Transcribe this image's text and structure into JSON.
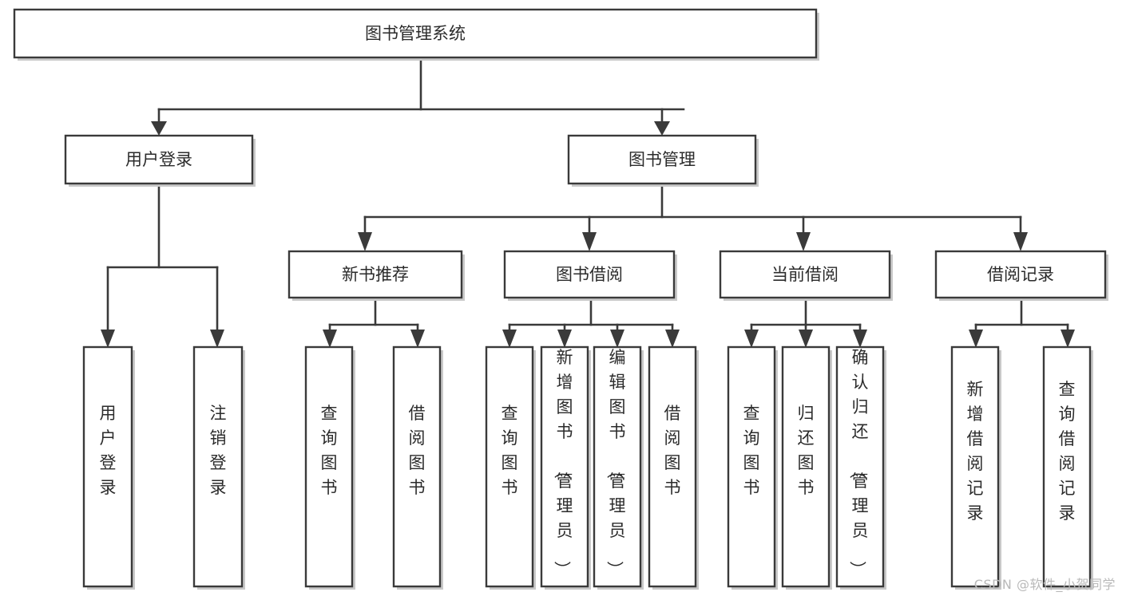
{
  "diagram": {
    "title": "图书管理系统",
    "type": "hierarchy-tree",
    "orientation": "top-down",
    "levels": 4,
    "colors": {
      "box_fill": "#ffffff",
      "box_stroke": "#3a3a3a",
      "text": "#2b2b2b",
      "shadow": "#c9c9c9",
      "watermark": "#b9b9b9"
    }
  },
  "watermark": {
    "text": "CSDN @软件_小贺同学"
  },
  "root": {
    "id": "root",
    "label": "图书管理系统",
    "orientation": "horizontal"
  },
  "level2": [
    {
      "id": "user-login",
      "label": "用户登录",
      "orientation": "horizontal"
    },
    {
      "id": "book-manage",
      "label": "图书管理",
      "orientation": "horizontal"
    }
  ],
  "level3": [
    {
      "id": "new-book-recommend",
      "label": "新书推荐",
      "parent": "book-manage",
      "orientation": "horizontal"
    },
    {
      "id": "book-borrow",
      "label": "图书借阅",
      "parent": "book-manage",
      "orientation": "horizontal"
    },
    {
      "id": "current-borrow",
      "label": "当前借阅",
      "parent": "book-manage",
      "orientation": "horizontal"
    },
    {
      "id": "borrow-record",
      "label": "借阅记录",
      "parent": "book-manage",
      "orientation": "horizontal"
    }
  ],
  "leaves": [
    {
      "id": "leaf-user-login",
      "label": "用户登录",
      "parent": "user-login",
      "orientation": "vertical"
    },
    {
      "id": "leaf-logout",
      "label": "注销登录",
      "parent": "user-login",
      "orientation": "vertical"
    },
    {
      "id": "leaf-query-book-1",
      "label": "查询图书",
      "parent": "new-book-recommend",
      "orientation": "vertical"
    },
    {
      "id": "leaf-borrow-book-1",
      "label": "借阅图书",
      "parent": "new-book-recommend",
      "orientation": "vertical"
    },
    {
      "id": "leaf-query-book-2",
      "label": "查询图书",
      "parent": "book-borrow",
      "orientation": "vertical"
    },
    {
      "id": "leaf-add-book",
      "label": "新增图书（管理员）",
      "parent": "book-borrow",
      "orientation": "vertical"
    },
    {
      "id": "leaf-edit-book",
      "label": "编辑图书（管理员）",
      "parent": "book-borrow",
      "orientation": "vertical"
    },
    {
      "id": "leaf-borrow-book-2",
      "label": "借阅图书",
      "parent": "book-borrow",
      "orientation": "vertical"
    },
    {
      "id": "leaf-query-book-3",
      "label": "查询图书",
      "parent": "current-borrow",
      "orientation": "vertical"
    },
    {
      "id": "leaf-return-book",
      "label": "归还图书",
      "parent": "current-borrow",
      "orientation": "vertical"
    },
    {
      "id": "leaf-confirm-return",
      "label": "确认归还（管理员）",
      "parent": "current-borrow",
      "orientation": "vertical"
    },
    {
      "id": "leaf-add-record",
      "label": "新增借阅记录",
      "parent": "borrow-record",
      "orientation": "vertical"
    },
    {
      "id": "leaf-query-record",
      "label": "查询借阅记录",
      "parent": "borrow-record",
      "orientation": "vertical"
    }
  ]
}
